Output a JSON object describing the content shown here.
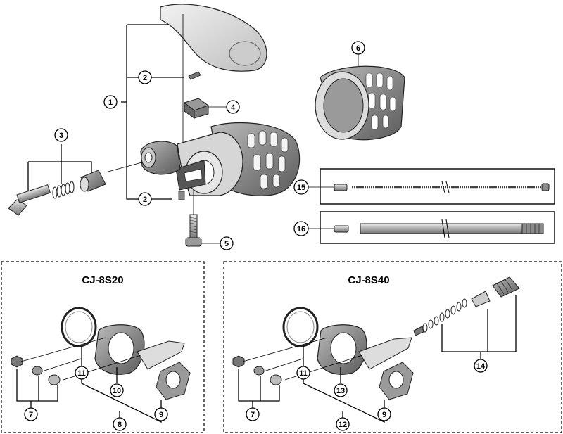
{
  "panels": {
    "left_title": "CJ-8S20",
    "right_title": "CJ-8S40"
  },
  "callouts": [
    "1",
    "2",
    "3",
    "4",
    "5",
    "6",
    "7",
    "8",
    "9",
    "10",
    "11",
    "12",
    "13",
    "14",
    "15",
    "16"
  ]
}
